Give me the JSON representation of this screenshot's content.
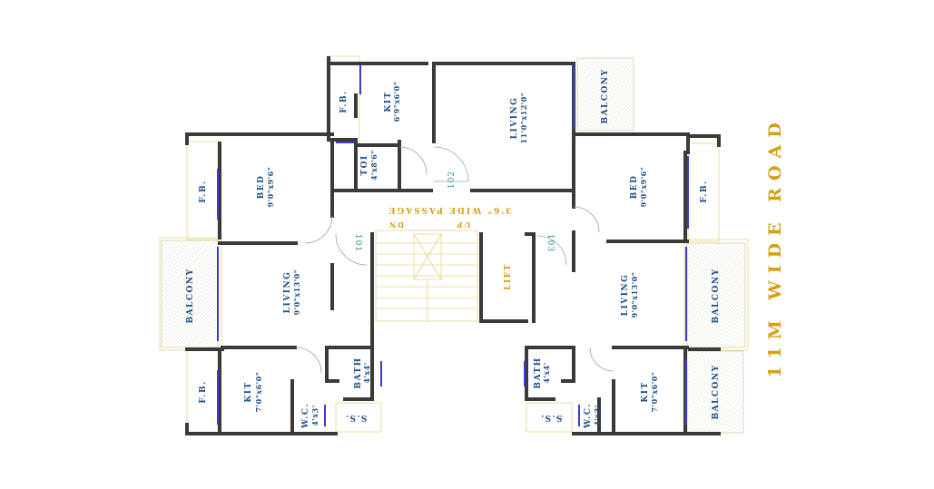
{
  "road": {
    "label": "11M WIDE ROAD"
  },
  "passage": {
    "label": "3'6\" WIDE PASSAGE",
    "up": "UP",
    "down": "DN"
  },
  "lift": "LIFT",
  "flats": {
    "f101": "101",
    "f102": "102",
    "f103": "103"
  },
  "rooms": {
    "top_fb": "F.B.",
    "top_kit": {
      "name": "KIT",
      "size": "6'9\"x6'0\""
    },
    "top_toi": {
      "name": "TOI",
      "size": "4'x8'6\""
    },
    "top_living": {
      "name": "LIVING",
      "size": "11'0\"x12'0\""
    },
    "top_balcony": "BALCONY",
    "left_fb1": "F.B.",
    "left_bed": {
      "name": "BED",
      "size": "9'0\"x9'6\""
    },
    "left_balcony": "BALCONY",
    "left_living": {
      "name": "LIVING",
      "size": "9'0\"x13'0\""
    },
    "left_fb2": "F.B.",
    "left_kit": {
      "name": "KIT",
      "size": "7'0\"x6'0\""
    },
    "left_wc": {
      "name": "W.C.",
      "size": "4'x3'"
    },
    "left_bath": {
      "name": "BATH",
      "size": "4'x4'"
    },
    "left_ss": "S.S.",
    "right_bed": {
      "name": "BED",
      "size": "9'0\"x9'6\""
    },
    "right_fb": "F.B.",
    "right_living": {
      "name": "LIVING",
      "size": "9'0\"x13'0\""
    },
    "right_balcony1": "BALCONY",
    "right_bath": {
      "name": "BATH",
      "size": "4'x4'"
    },
    "right_ss": "S.S.",
    "right_wc": {
      "name": "W.C.",
      "size": "4'x3'"
    },
    "right_kit": {
      "name": "KIT",
      "size": "7'0\"x6'0\""
    },
    "right_balcony2": "BALCONY"
  }
}
